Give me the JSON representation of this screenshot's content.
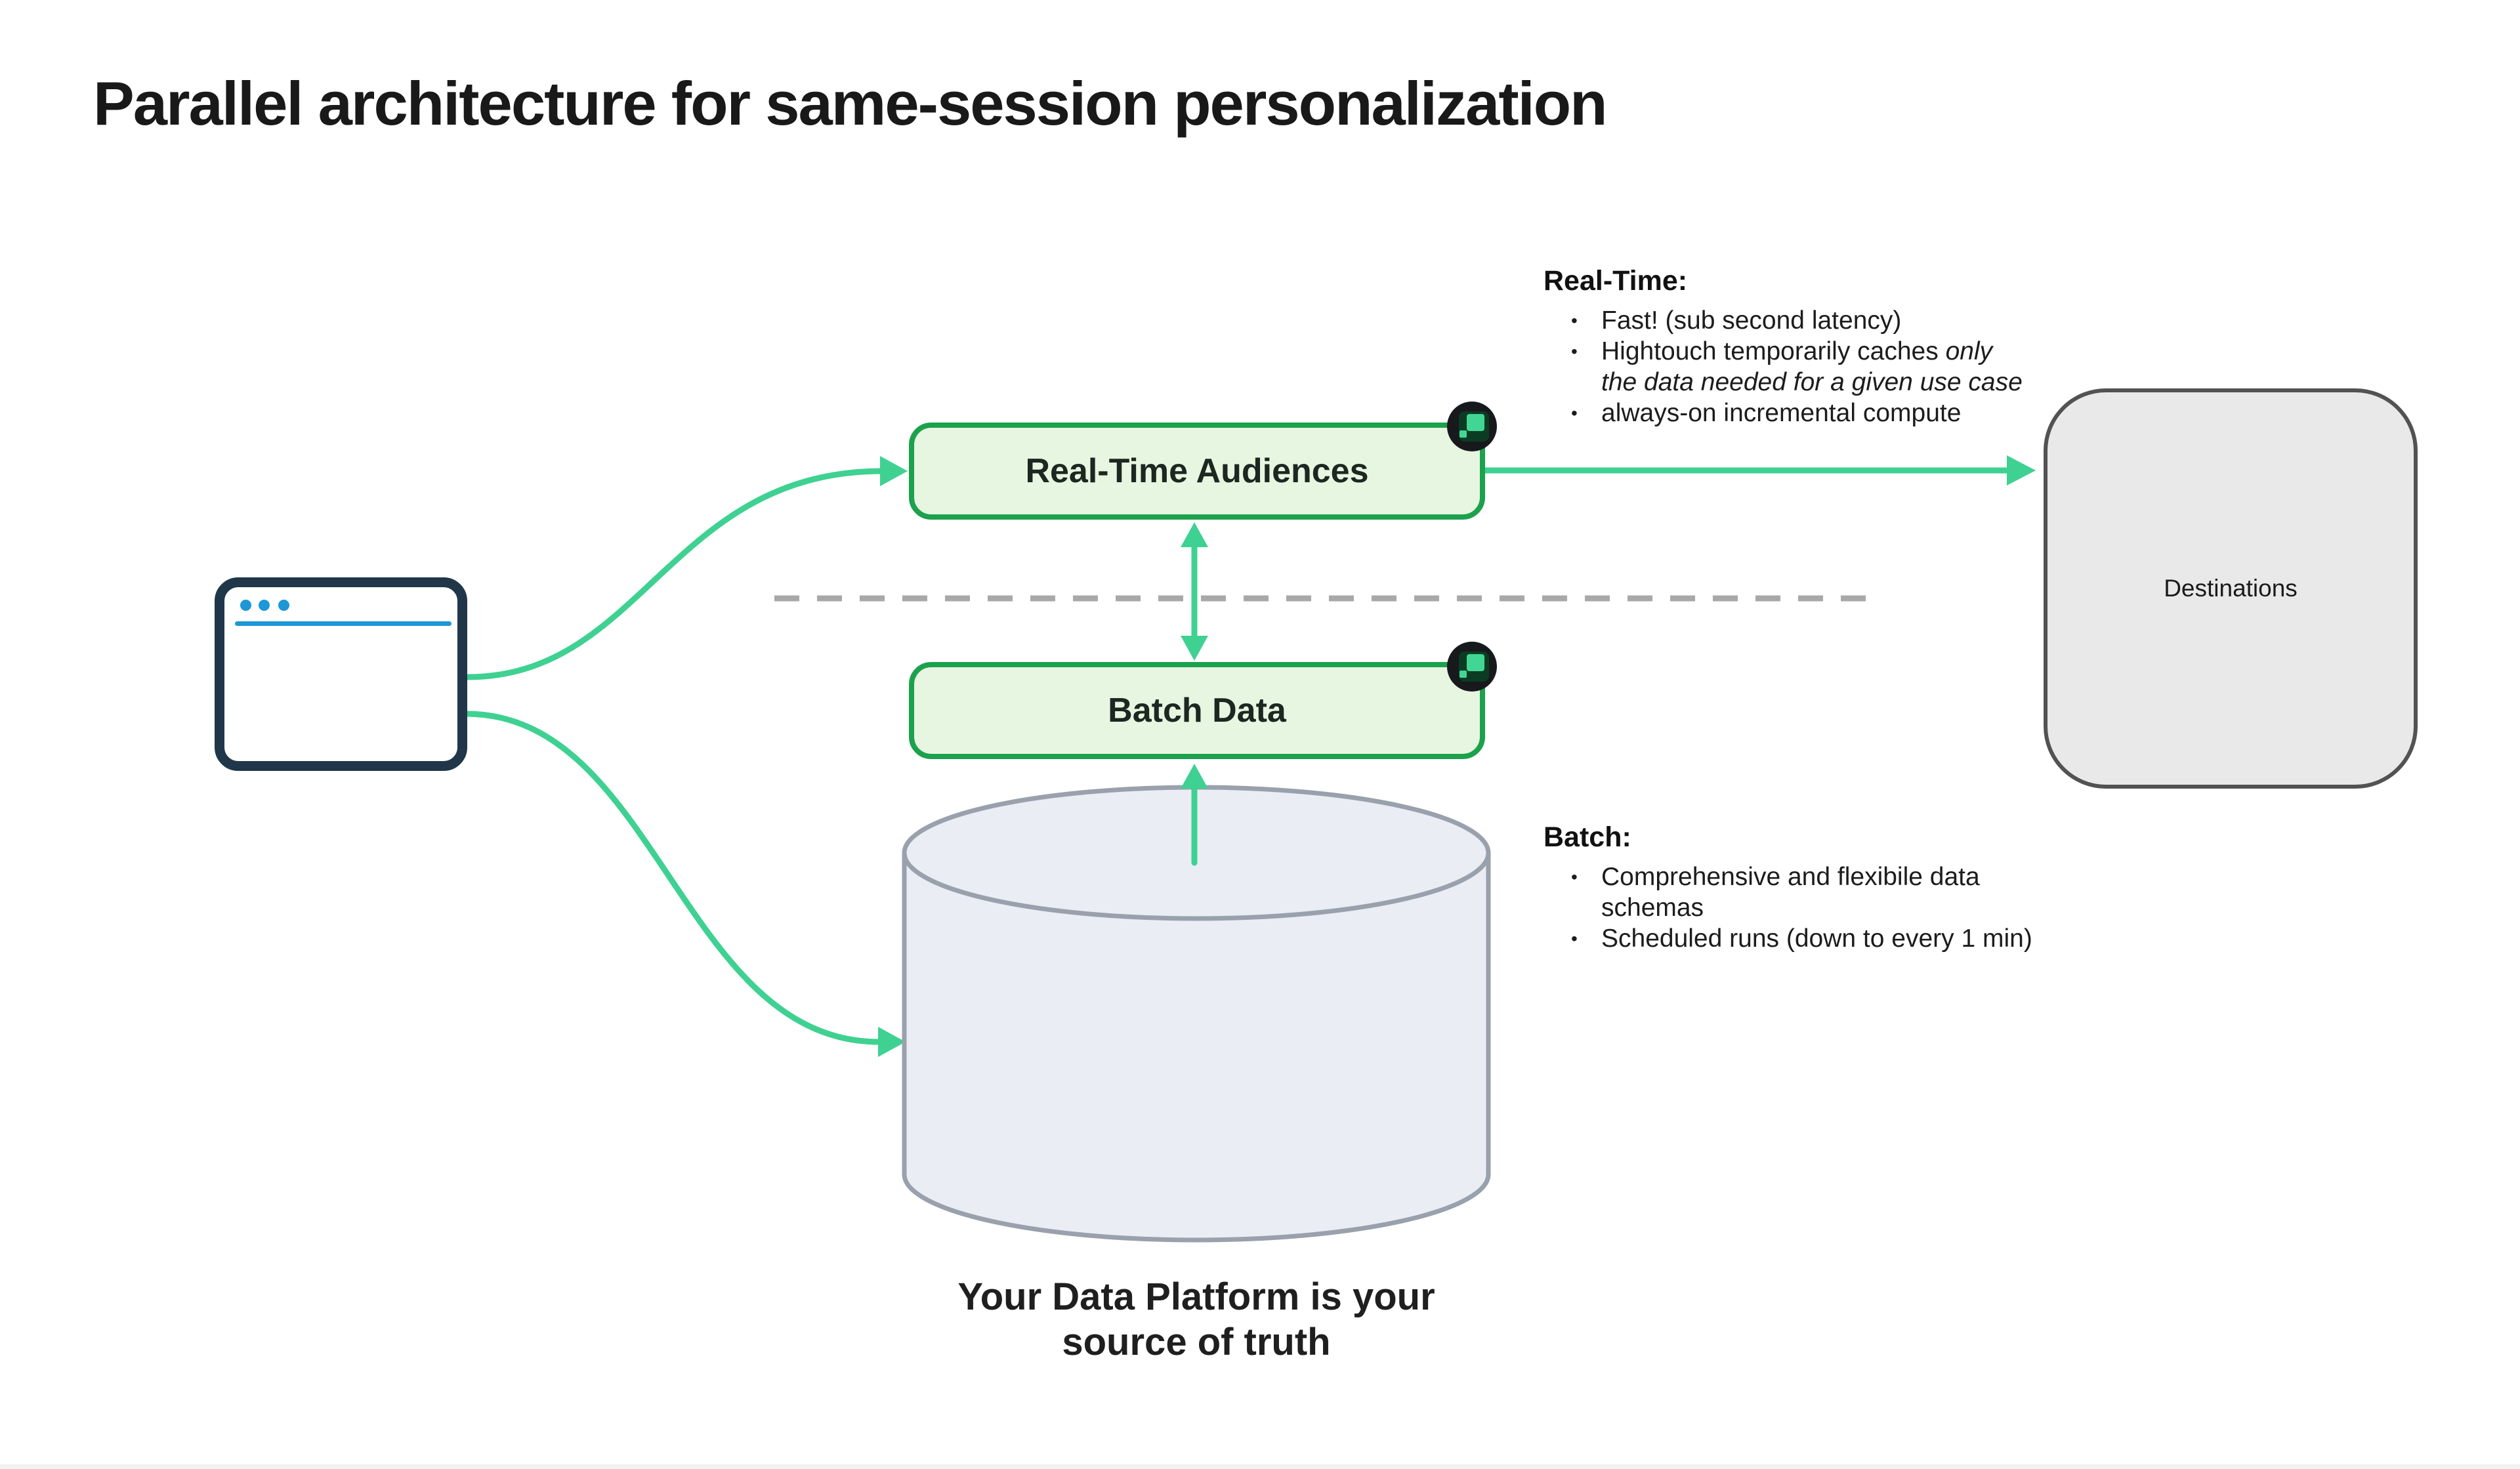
{
  "title": "Parallel architecture for same-session personalization",
  "boxes": {
    "real_time": {
      "label": "Real-Time Audiences"
    },
    "batch": {
      "label": "Batch Data"
    },
    "destinations": {
      "label": "Destinations"
    }
  },
  "annotations": {
    "bullet_char": "•",
    "real_time": {
      "heading": "Real-Time:",
      "bullet1": "Fast! (sub second latency)",
      "bullet2_normal": "Hightouch temporarily caches ",
      "bullet2_italic_line1": "only",
      "bullet2_italic_line2": "the data needed for a given use case",
      "bullet3": "always-on incremental compute"
    },
    "batch": {
      "heading": "Batch:",
      "bullet1": "Comprehensive and flexibile data schemas",
      "bullet2": "Scheduled runs (down to every 1 min)"
    }
  },
  "caption": {
    "line1": "Your Data Platform is your",
    "line2": "source of truth"
  },
  "icons": {
    "hightouch_logo": "hightouch-logo",
    "browser_window": "browser-window",
    "database_cylinder": "database-cylinder"
  },
  "colors": {
    "arrow_green": "#3fd192",
    "box_border_green": "#1ca14d",
    "box_fill_green": "#e7f6e1",
    "logo_circle": "#17191d",
    "logo_dark_square": "#0c3b23",
    "logo_mint": "#41d693",
    "dashed_divider_gray": "#a8a8a8",
    "cylinder_fill": "#eaedf3",
    "cylinder_stroke": "#99a1ad",
    "destinations_fill": "#e9e9e9",
    "destinations_border": "#525252",
    "browser_border_navy": "#20374a",
    "browser_blue": "#1d97d6",
    "title_color": "#191919"
  }
}
